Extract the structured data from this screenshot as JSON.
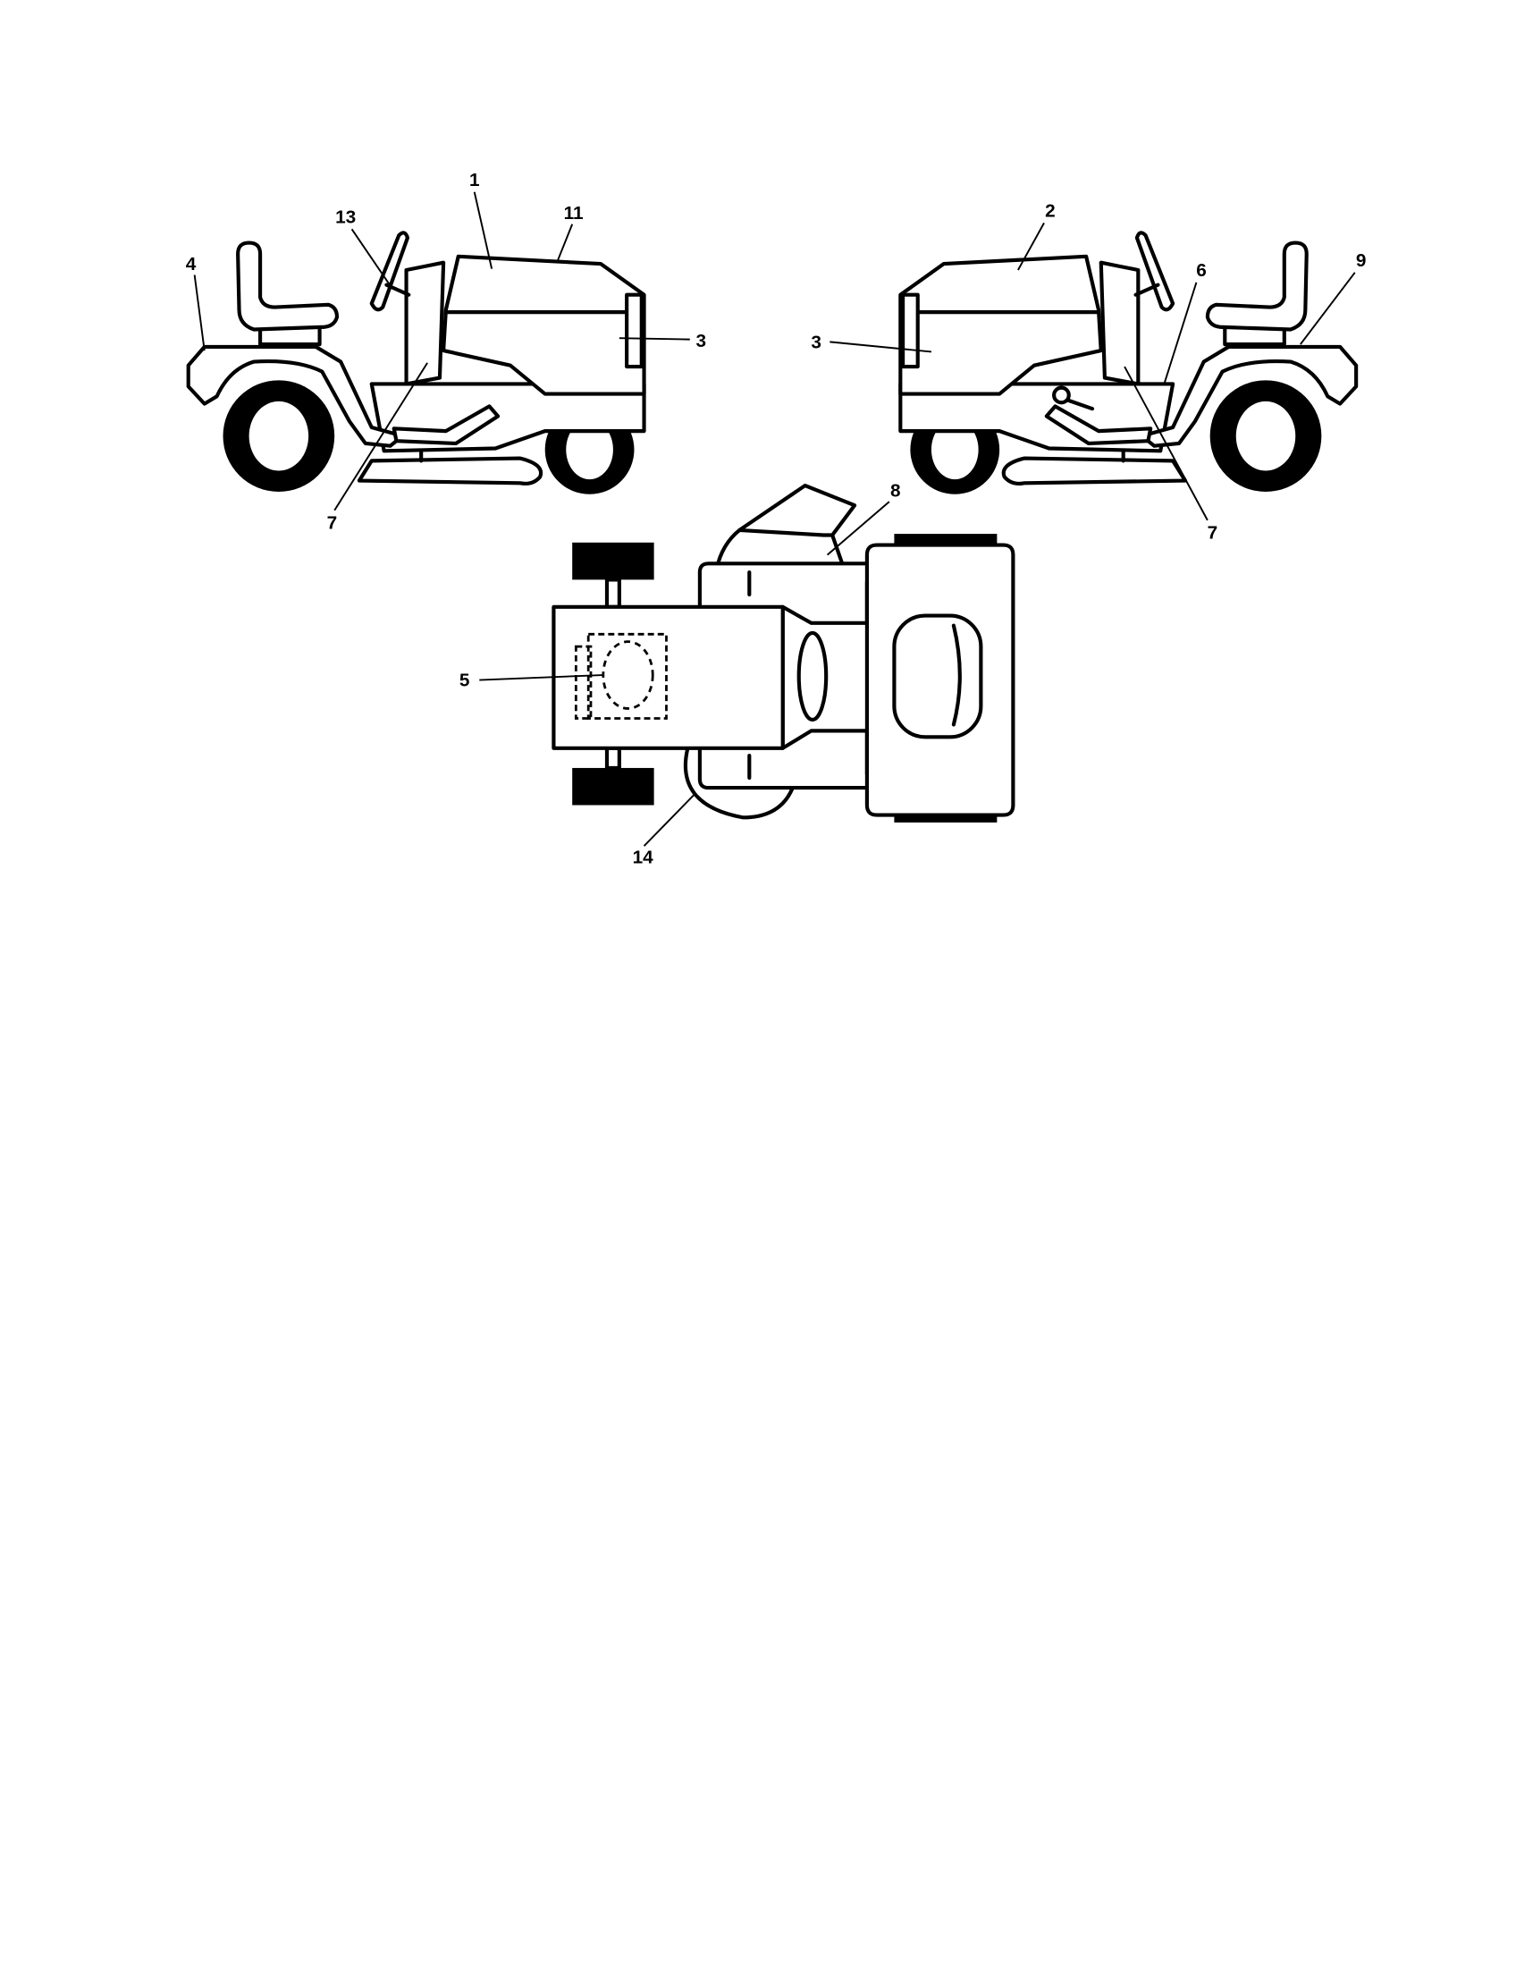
{
  "diagram": {
    "callouts": {
      "left_1": "1",
      "left_11": "11",
      "left_13": "13",
      "left_4": "4",
      "left_3": "3",
      "left_7": "7",
      "right_2": "2",
      "right_6": "6",
      "right_9": "9",
      "right_3": "3",
      "right_7": "7",
      "top_8": "8",
      "top_5": "5",
      "top_14": "14"
    },
    "colors": {
      "line": "#000000",
      "background": "#ffffff"
    }
  }
}
